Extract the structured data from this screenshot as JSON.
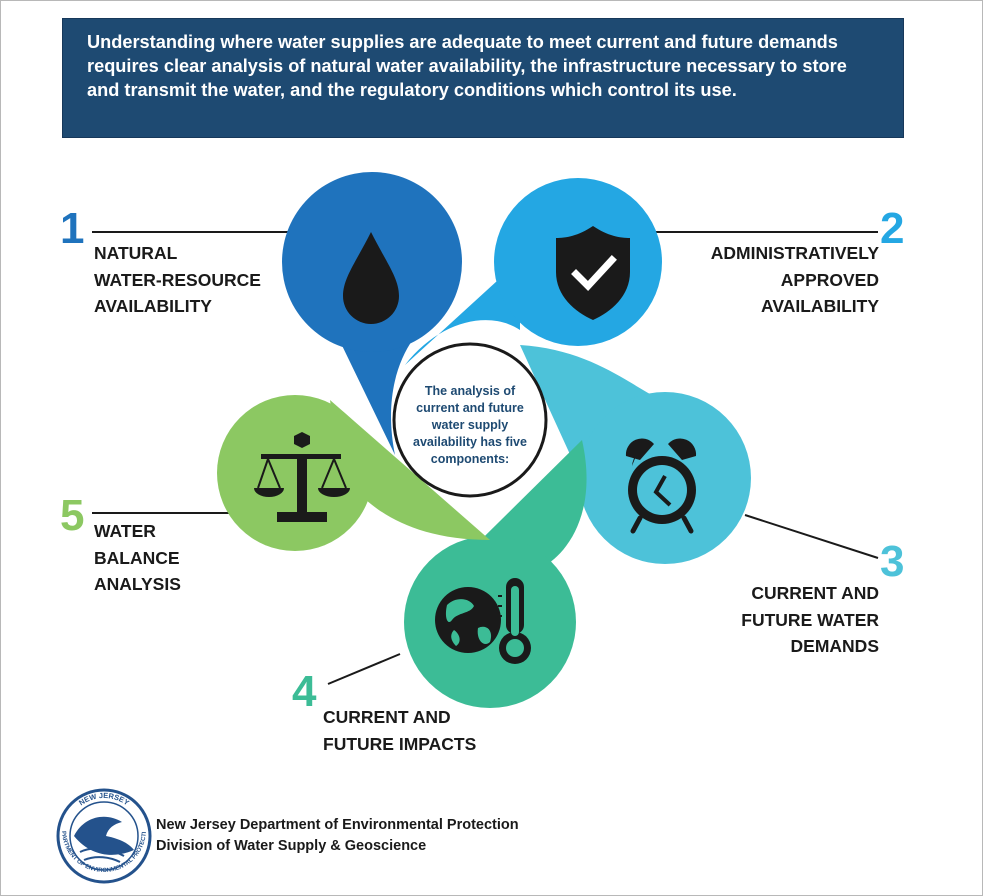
{
  "header": {
    "text": "Understanding where water supplies are adequate to meet current and future demands requires clear analysis of natural water availability, the infrastructure necessary to store and transmit the water, and the regulatory conditions which control its use."
  },
  "center": {
    "text": "The analysis of\ncurrent and future\nwater supply\navailability has five\ncomponents:"
  },
  "components": [
    {
      "number": "1",
      "label": "NATURAL\nWATER-RESOURCE\nAVAILABILITY",
      "icon": "water-drop-icon",
      "color": "#1f73bd"
    },
    {
      "number": "2",
      "label": "ADMINISTRATIVELY\nAPPROVED\nAVAILABILITY",
      "icon": "shield-check-icon",
      "color": "#24a7e3"
    },
    {
      "number": "3",
      "label": "CURRENT AND\nFUTURE WATER\nDEMANDS",
      "icon": "alarm-clock-icon",
      "color": "#4dc2d9"
    },
    {
      "number": "4",
      "label": "CURRENT AND\nFUTURE IMPACTS",
      "icon": "globe-thermometer-icon",
      "color": "#3cbc96"
    },
    {
      "number": "5",
      "label": "WATER\nBALANCE\nANALYSIS",
      "icon": "balance-scale-icon",
      "color": "#8cc862"
    }
  ],
  "footer": {
    "line1": "New Jersey Department of Environmental Protection",
    "line2": "Division of Water Supply & Geoscience",
    "seal_top": "NEW JERSEY",
    "seal_ring": "DEPARTMENT OF ENVIRONMENTAL PROTECTION"
  }
}
